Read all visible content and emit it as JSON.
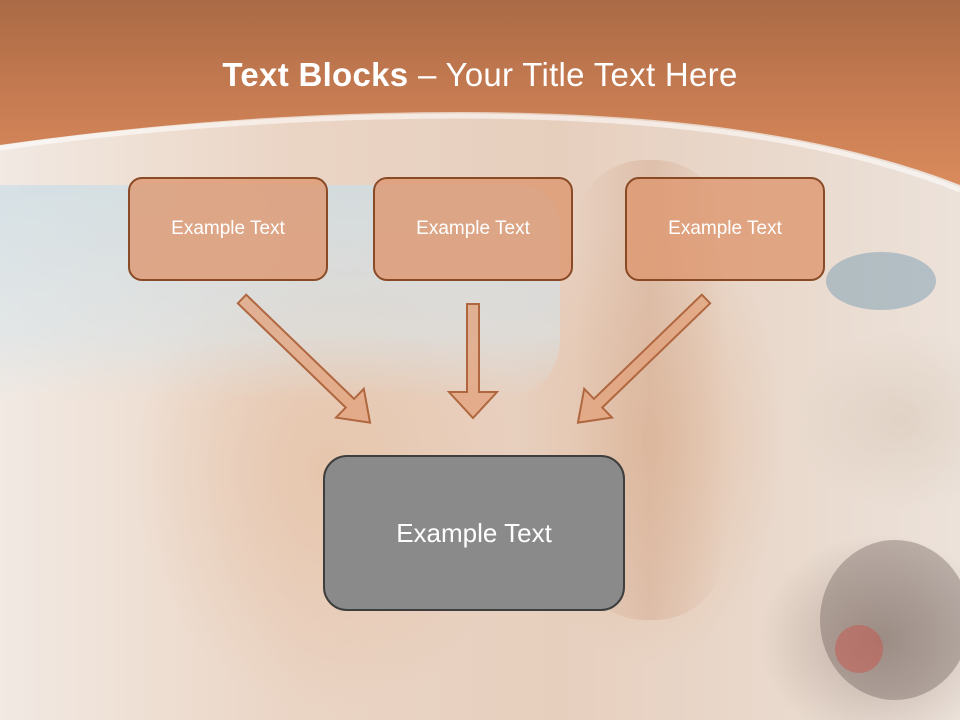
{
  "slide": {
    "title_bold": "Text Blocks",
    "title_dash": "–",
    "title_rest": "Your Title Text Here",
    "boxes": [
      {
        "label": "Example Text"
      },
      {
        "label": "Example Text"
      },
      {
        "label": "Example Text"
      }
    ],
    "main_box": {
      "label": "Example Text"
    }
  },
  "colors": {
    "header_orange": "#c8744a",
    "box_fill": "#de966e",
    "box_border": "#8a4a26",
    "main_box_fill": "#8a8a8a",
    "main_box_border": "#3e3e3e",
    "text": "#ffffff"
  }
}
